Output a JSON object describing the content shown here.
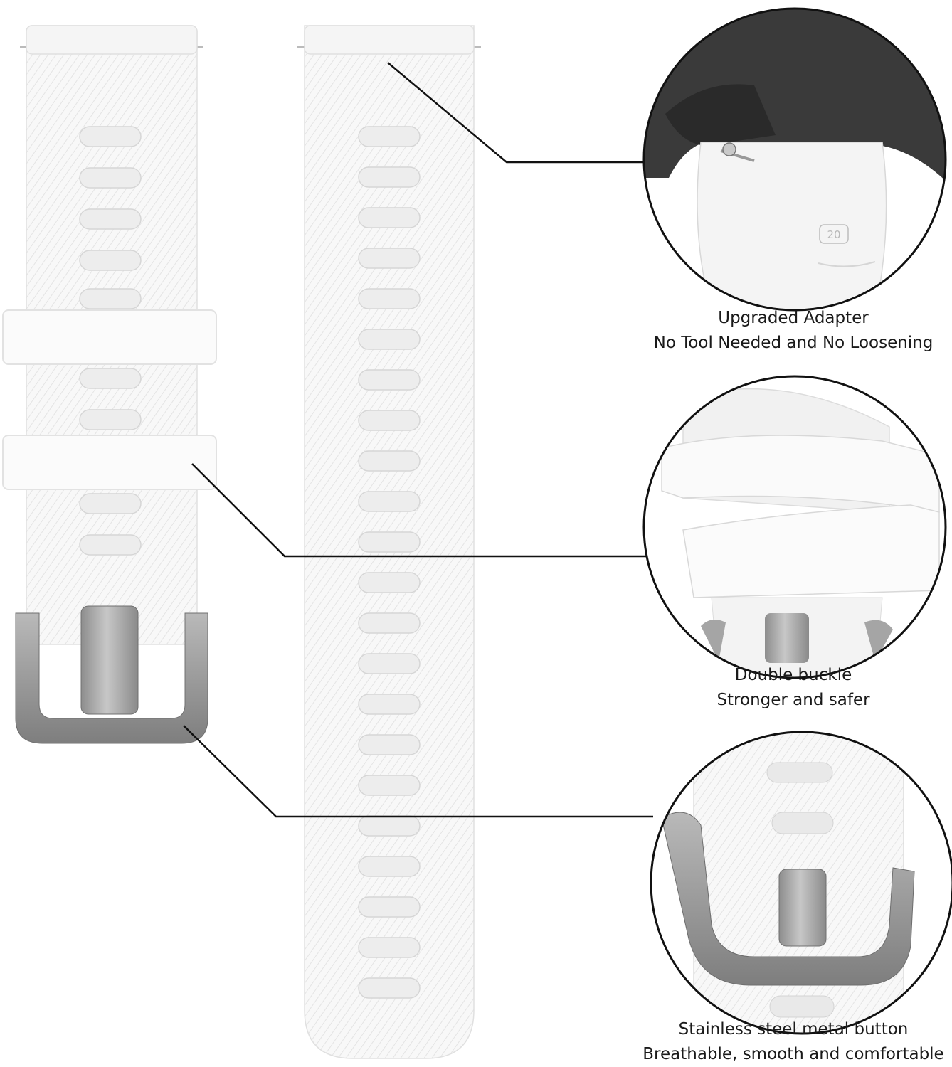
{
  "callouts": [
    {
      "title": "Upgraded Adapter",
      "subtitle": "No Tool Needed and No Loosening"
    },
    {
      "title": "Double buckle",
      "subtitle": "Stronger and safer"
    },
    {
      "title": "Stainless steel metal button",
      "subtitle": "Breathable, smooth and comfortable"
    }
  ],
  "adapter_marking": "20",
  "colors": {
    "strap": "#f7f7f7",
    "strap_stripe": "#e6e6e6",
    "hole": "#eaeaea",
    "buckle_metal": "#9b9b9b",
    "watch_case": "#3a3a3a",
    "outline": "#111111"
  }
}
